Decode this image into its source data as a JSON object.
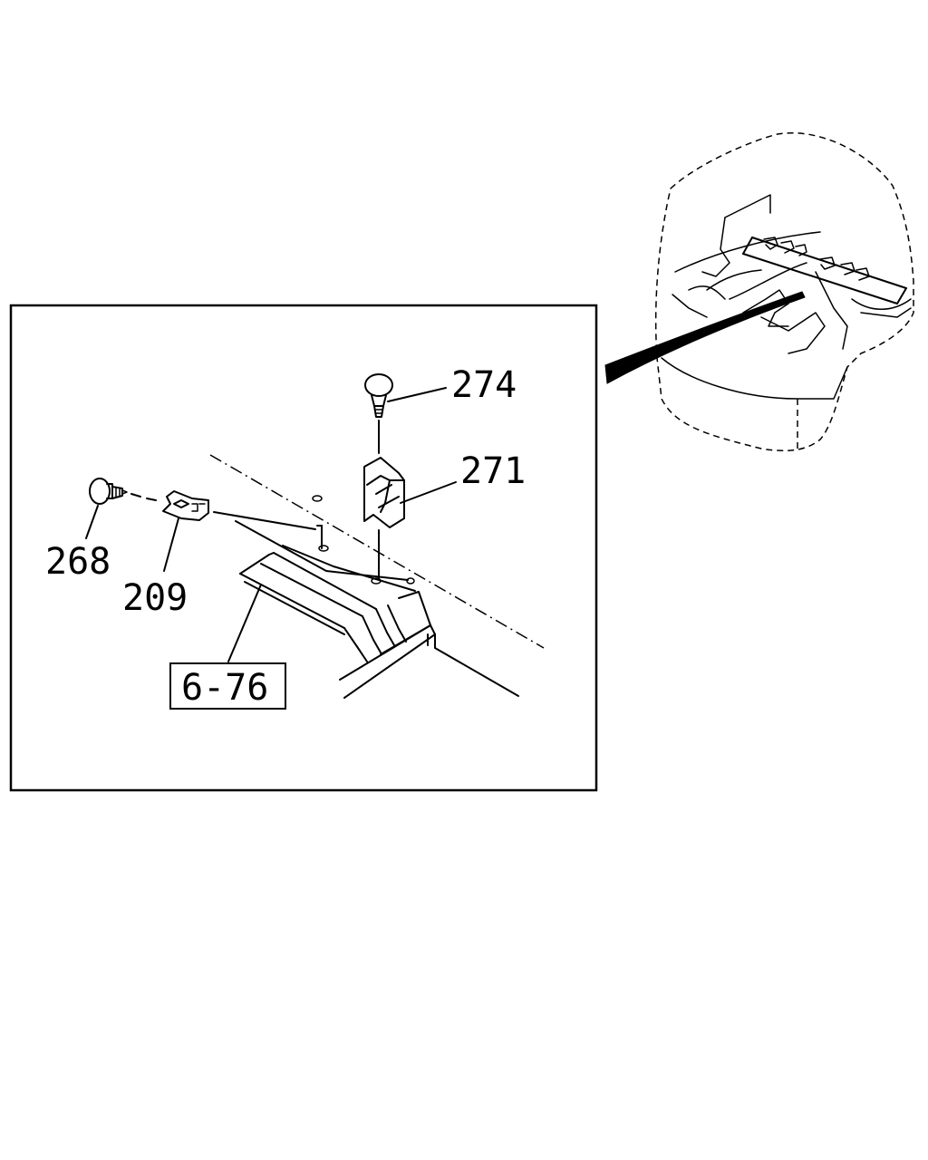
{
  "callouts": {
    "part_274": "274",
    "part_271": "271",
    "part_268": "268",
    "part_209": "209",
    "ref_6_76": "6-76"
  },
  "icons": {
    "cab_overview": "truck-cab-overview-icon",
    "screw_274": "screw-icon",
    "clip_271": "clip-icon",
    "screw_268": "screw-icon",
    "nut_209": "clip-nut-icon"
  },
  "colors": {
    "ink": "#000000",
    "paper": "#ffffff"
  }
}
